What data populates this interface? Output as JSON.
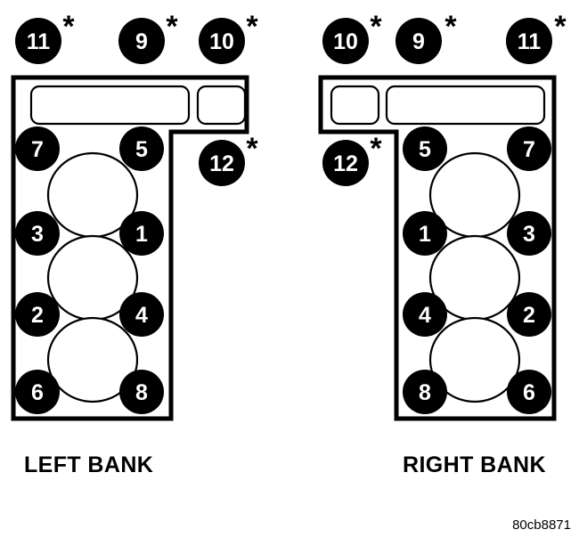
{
  "figure": {
    "code": "80cb8871",
    "background_color": "#ffffff",
    "ink_color": "#000000",
    "bolt_fill_color": "#000000",
    "bolt_label_color": "#ffffff"
  },
  "banks": [
    {
      "id": "left-bank",
      "caption": "LEFT BANK",
      "top_bolts": [
        {
          "number": "11",
          "asterisk": "*"
        },
        {
          "number": "9",
          "asterisk": "*"
        },
        {
          "number": "10",
          "asterisk": "*"
        }
      ],
      "side_bolt": {
        "number": "12",
        "asterisk": "*"
      },
      "head_bolts": [
        {
          "number": "7",
          "asterisk": ""
        },
        {
          "number": "5",
          "asterisk": ""
        },
        {
          "number": "3",
          "asterisk": ""
        },
        {
          "number": "1",
          "asterisk": ""
        },
        {
          "number": "2",
          "asterisk": ""
        },
        {
          "number": "4",
          "asterisk": ""
        },
        {
          "number": "6",
          "asterisk": ""
        },
        {
          "number": "8",
          "asterisk": ""
        }
      ],
      "cylinder_count": 3,
      "port_count": 2
    },
    {
      "id": "right-bank",
      "caption": "RIGHT BANK",
      "top_bolts": [
        {
          "number": "10",
          "asterisk": "*"
        },
        {
          "number": "9",
          "asterisk": "*"
        },
        {
          "number": "11",
          "asterisk": "*"
        }
      ],
      "side_bolt": {
        "number": "12",
        "asterisk": "*"
      },
      "head_bolts": [
        {
          "number": "5",
          "asterisk": ""
        },
        {
          "number": "7",
          "asterisk": ""
        },
        {
          "number": "1",
          "asterisk": ""
        },
        {
          "number": "3",
          "asterisk": ""
        },
        {
          "number": "4",
          "asterisk": ""
        },
        {
          "number": "2",
          "asterisk": ""
        },
        {
          "number": "8",
          "asterisk": ""
        },
        {
          "number": "6",
          "asterisk": ""
        }
      ],
      "cylinder_count": 3,
      "port_count": 2
    }
  ]
}
